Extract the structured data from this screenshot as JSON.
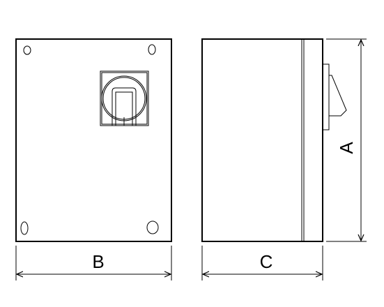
{
  "diagram": {
    "dimensions": {
      "height_label": "A",
      "width_label": "B",
      "depth_label": "C"
    }
  }
}
